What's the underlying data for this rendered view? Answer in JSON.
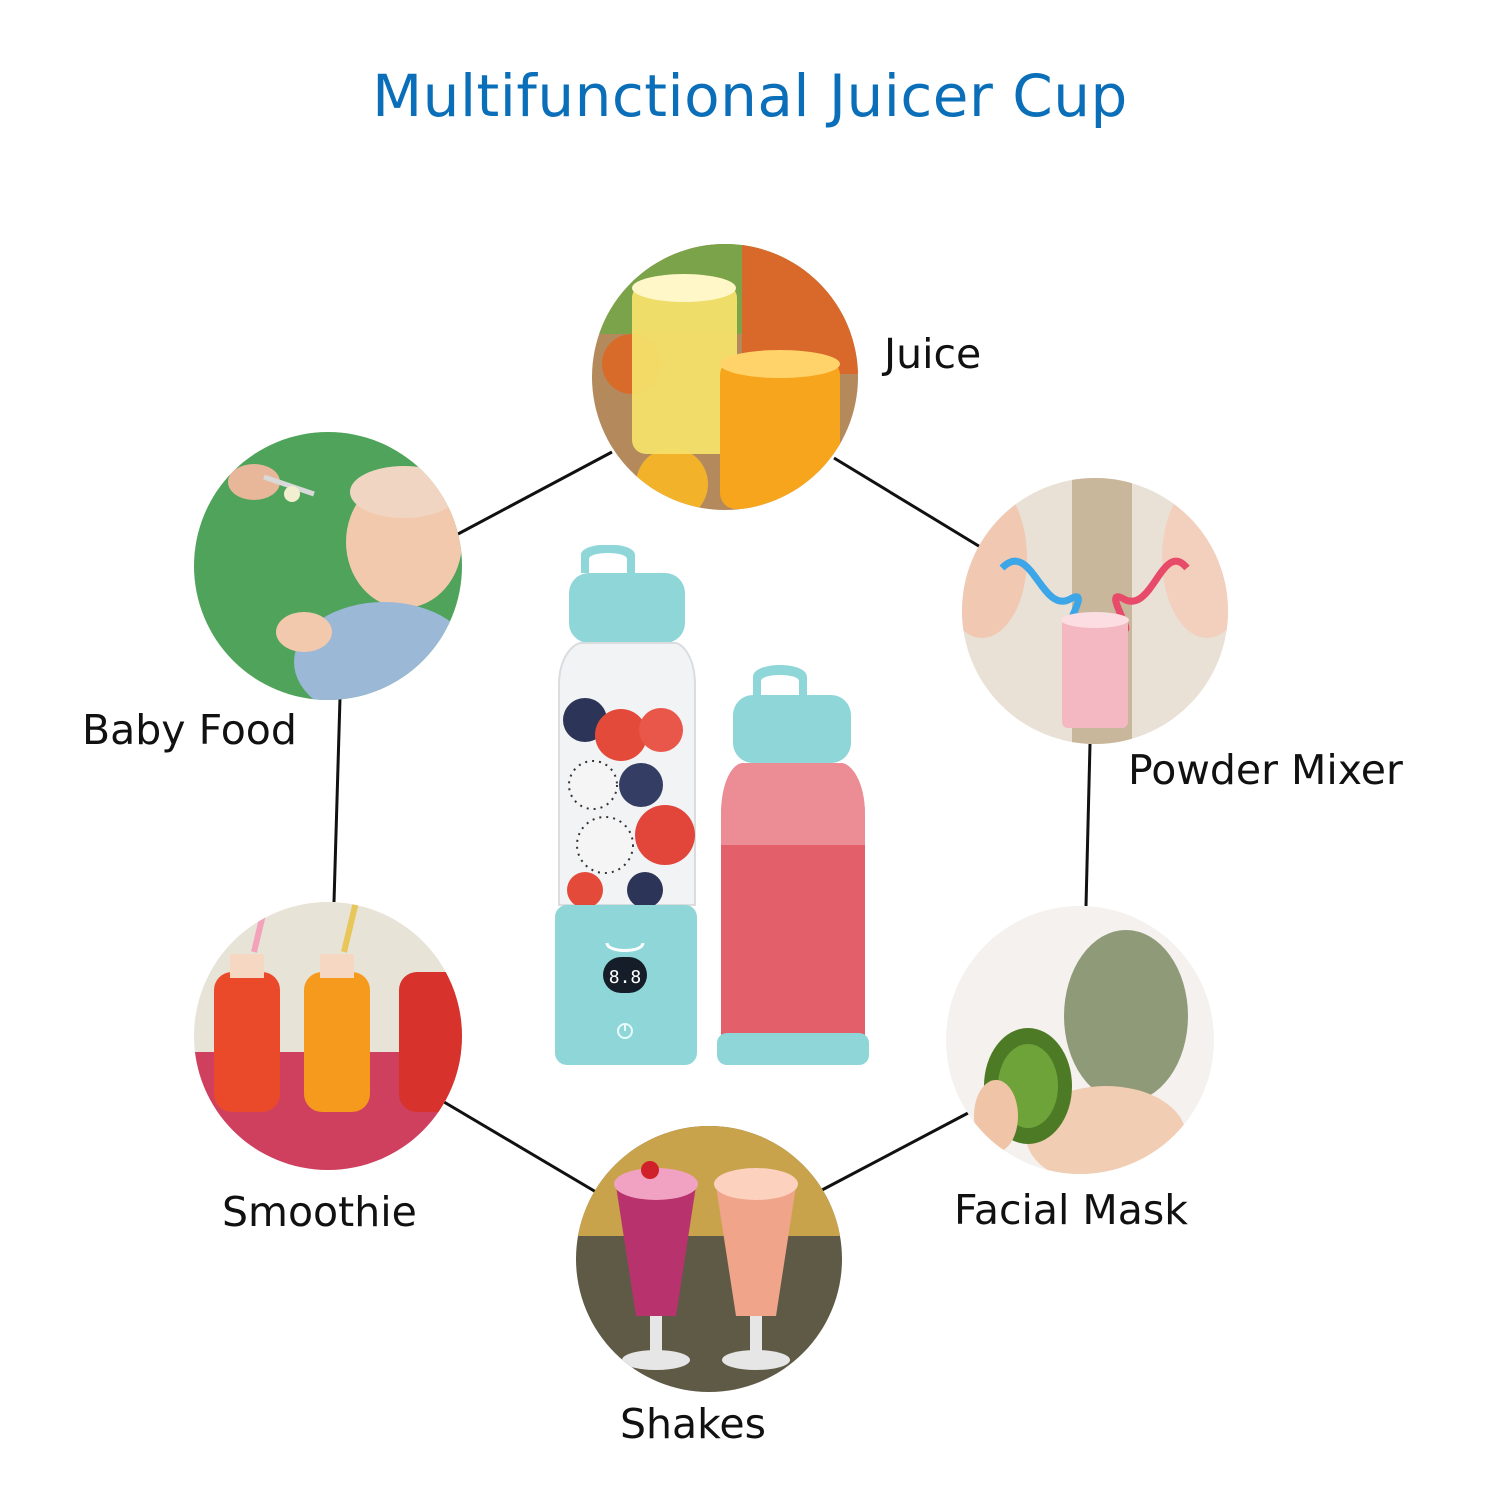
{
  "title": "Multifunctional Juicer Cup",
  "colors": {
    "title": "#0a6fb8",
    "accent_teal": "#8fd6d9",
    "line": "#111111"
  },
  "uses": [
    {
      "label": "Juice"
    },
    {
      "label": "Powder Mixer"
    },
    {
      "label": "Facial Mask"
    },
    {
      "label": "Shakes"
    },
    {
      "label": "Smoothie"
    },
    {
      "label": "Baby Food"
    }
  ],
  "product": {
    "display": "8.8"
  }
}
